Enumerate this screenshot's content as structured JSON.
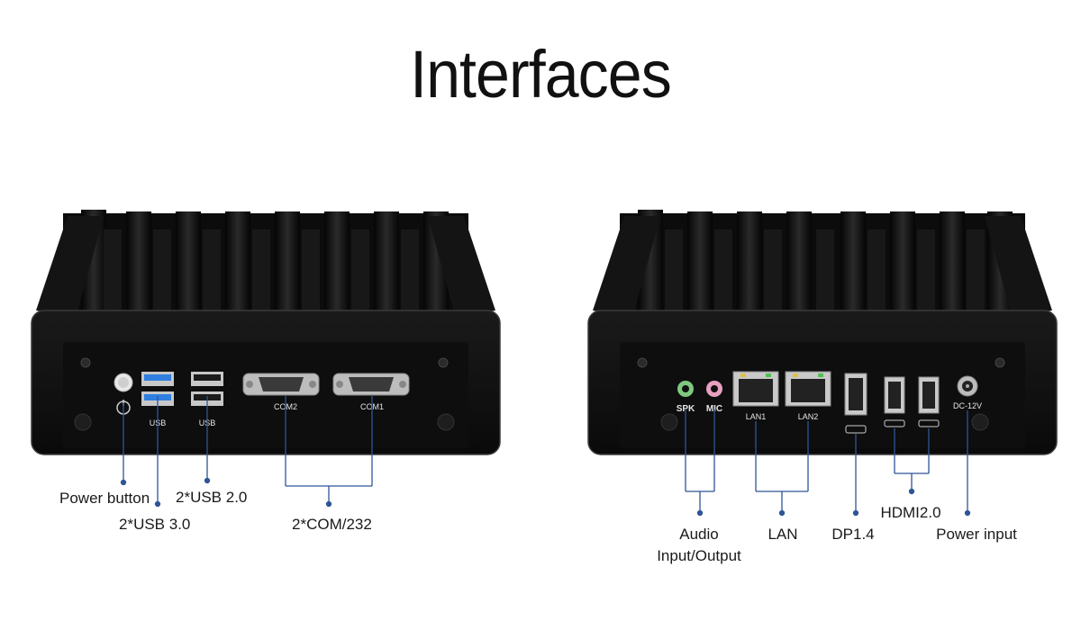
{
  "title": "Interfaces",
  "accent_line_color": "#2f5597",
  "left_device": {
    "usb_label_1": "USB",
    "usb_label_2": "USB",
    "com2_label": "COM2",
    "com1_label": "COM1",
    "callouts": {
      "power_button": "Power button",
      "usb20": "2*USB 2.0",
      "usb30": "2*USB 3.0",
      "com": "2*COM/232"
    }
  },
  "right_device": {
    "spk_label": "SPK",
    "mic_label": "MIC",
    "lan1_label": "LAN1",
    "lan2_label": "LAN2",
    "dc_label": "DC-12V",
    "callouts": {
      "audio_line1": "Audio",
      "audio_line2": "Input/Output",
      "lan": "LAN",
      "dp": "DP1.4",
      "hdmi": "HDMI2.0",
      "power_input": "Power input"
    }
  }
}
